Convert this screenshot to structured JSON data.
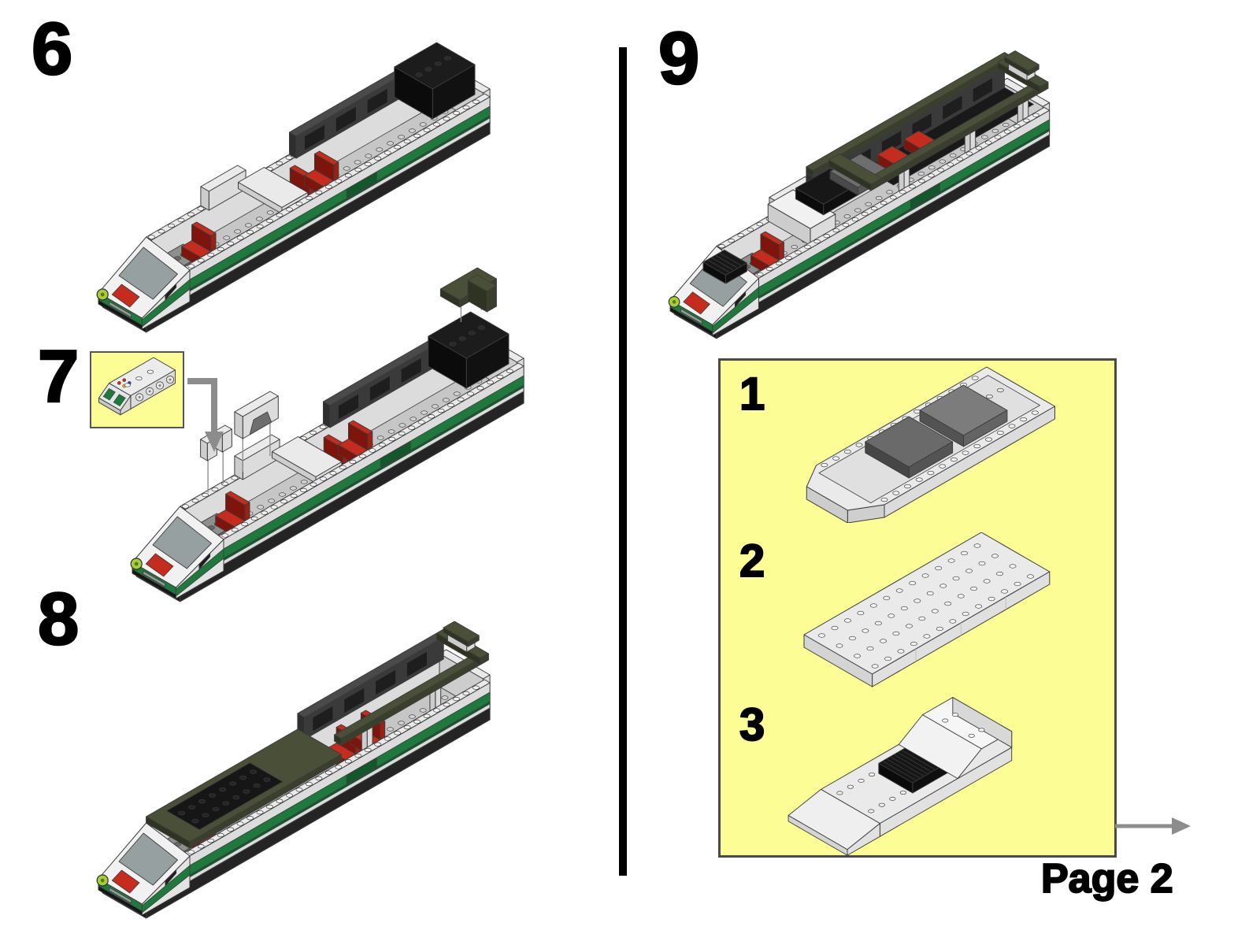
{
  "palette": {
    "page_bg": "#FFFFFF",
    "callout_bg": "#FDFD96",
    "divider": "#000000",
    "outline": "#3C3C3C",
    "train_green": "#1E7A3C",
    "train_green_dark": "#145A2C",
    "body_white": "#EAEAEA",
    "body_side": "#DCDCDC",
    "body_end": "#CDCDCD",
    "interior_floor": "#C6C6C6",
    "chassis_dark": "#303030",
    "black": "#141414",
    "roof_olive_top": "#4A4F38",
    "roof_olive_side": "#3A3F2C",
    "roof_olive_end": "#2E3322",
    "window_dark": "#1E1E1E",
    "wall_dark": "#4A4A4A",
    "wall_dark_side": "#3A3A3A",
    "seat_red": "#C62C1E",
    "seat_red_side": "#9E1F14",
    "stud_light": "#F2F2F2",
    "lime": "#A6CE39",
    "arrow_gray": "#8C8C8C",
    "panel_gray": "#96A0A0"
  },
  "steps": {
    "step6": {
      "label": "6"
    },
    "step7": {
      "label": "7"
    },
    "step8": {
      "label": "8"
    },
    "step9": {
      "label": "9"
    }
  },
  "substeps": [
    {
      "label": "1"
    },
    {
      "label": "2"
    },
    {
      "label": "3"
    }
  ],
  "footer": {
    "next_page_label": "Page 2"
  }
}
